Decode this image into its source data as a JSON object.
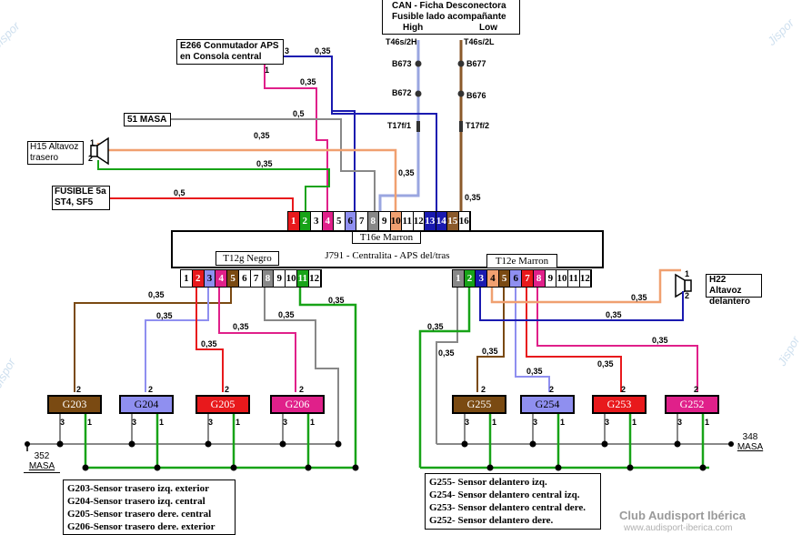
{
  "can_box": {
    "title": "CAN - Ficha Desconectora",
    "subtitle": "Fusible lado acompañante",
    "high": "High",
    "low": "Low"
  },
  "can_wires": {
    "high_connector": "T46s/2H",
    "low_connector": "T46s/2L",
    "high_points": [
      "B673",
      "B672",
      "T17f/1"
    ],
    "low_points": [
      "B677",
      "B676",
      "T17f/2"
    ]
  },
  "e266": {
    "line1": "E266 Conmutador APS",
    "line2": "en Consola central"
  },
  "masa51": "51 MASA",
  "h15": {
    "line1": "H15 Altavoz",
    "line2": "trasero"
  },
  "fusible": {
    "line1": "FUSIBLE 5a",
    "line2": "ST4, SF5"
  },
  "h22": {
    "line1": "H22 Altavoz",
    "line2": "delantero"
  },
  "t16e": {
    "label": "T16e Marron",
    "pins": [
      "1",
      "2",
      "3",
      "4",
      "5",
      "6",
      "7",
      "8",
      "9",
      "10",
      "11",
      "12",
      "13",
      "14",
      "15",
      "16"
    ]
  },
  "j791": "J791 - Centralita -  APS del/tras",
  "t12g": {
    "label": "T12g Negro",
    "pins": [
      "1",
      "2",
      "3",
      "4",
      "5",
      "6",
      "7",
      "8",
      "9",
      "10",
      "11",
      "12"
    ]
  },
  "t12e": {
    "label": "T12e Marron",
    "pins": [
      "1",
      "2",
      "3",
      "4",
      "5",
      "6",
      "7",
      "8",
      "9",
      "10",
      "11",
      "12"
    ]
  },
  "sensors_rear": [
    "G203",
    "G204",
    "G205",
    "G206"
  ],
  "sensors_front": [
    "G255",
    "G254",
    "G253",
    "G252"
  ],
  "pin_numbers": {
    "two": "2",
    "three": "3",
    "one": "1"
  },
  "masa352": {
    "line1": "352",
    "line2": "MASA"
  },
  "masa348": {
    "line1": "348",
    "line2": "MASA"
  },
  "wire_sizes": {
    "s035": "0,35",
    "s05": "0,5"
  },
  "e266_pins": {
    "p3": "3",
    "p1": "1"
  },
  "spk_pins": {
    "p1": "1",
    "p2": "2"
  },
  "legend_rear": [
    "G203-Sensor trasero izq. exterior",
    "G204-Sensor trasero izq. central",
    "G205-Sensor trasero dere. central",
    "G206-Sensor trasero dere. exterior"
  ],
  "legend_front": [
    "G255- Sensor delantero izq.",
    "G254- Sensor delantero central izq.",
    "G253- Sensor delantero central dere.",
    "G252- Sensor delantero dere."
  ],
  "watermark": {
    "brand": "Club Audisport Ibérica",
    "url": "www.audisport-iberica.com",
    "corner": "Jispor"
  },
  "colors": {
    "brown": "#7a4a12",
    "blue_violet": "#8f8ff0",
    "red": "#e8191c",
    "pink": "#e0208a",
    "green": "#17a317",
    "gray": "#888888",
    "orange": "#f0a070",
    "navy": "#1a1ab0",
    "can_blue": "#9aa6e0",
    "can_brown": "#8b5a2b"
  }
}
